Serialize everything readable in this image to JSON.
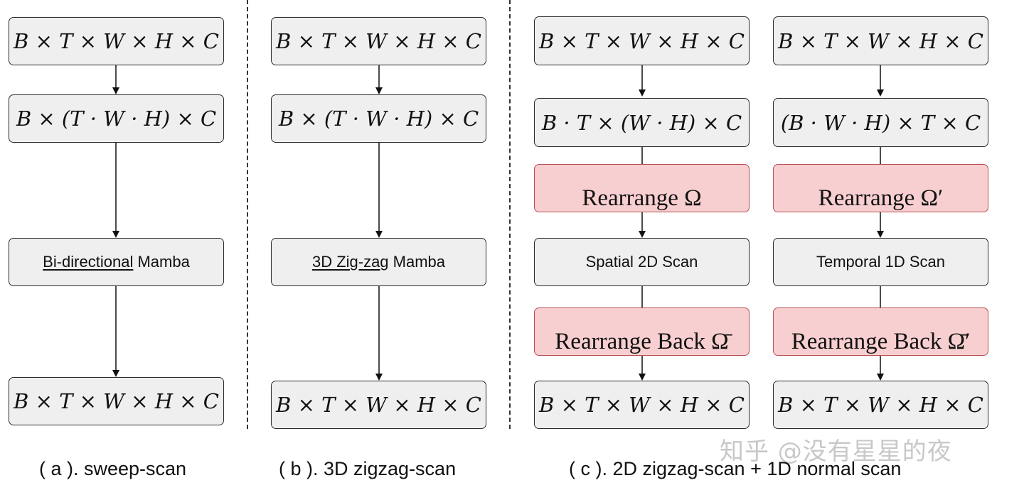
{
  "columns": {
    "a": {
      "box1": "B × T × W × H × C",
      "box2": "B × (T · W · H) × C",
      "mamba_underlined": "Bi-directional",
      "mamba_rest": " Mamba",
      "box4": "B × T × W × H × C",
      "caption": "( a ). sweep-scan"
    },
    "b": {
      "box1": "B × T × W × H × C",
      "box2": "B × (T · W · H) × C",
      "mamba_underlined": "3D Zig-zag",
      "mamba_rest": " Mamba",
      "box4": "B × T × W × H × C",
      "caption": "( b ). 3D zigzag-scan"
    },
    "c_left": {
      "box1": "B × T × W × H × C",
      "box2": "B · T × (W · H) × C",
      "rearrange": "Rearrange Ω",
      "scan": "Spatial 2D Scan",
      "rearrange_back": "Rearrange Back Ω̄",
      "box_out": "B × T × W × H × C"
    },
    "c_right": {
      "box1": "B × T × W × H × C",
      "box2": "(B · W · H) × T × C",
      "rearrange": "Rearrange Ω′",
      "scan": "Temporal 1D Scan",
      "rearrange_back": "Rearrange Back Ω̄′",
      "box_out": "B × T × W × H × C"
    },
    "c_caption": "( c ). 2D zigzag-scan + 1D normal scan"
  },
  "watermark": "知乎 @没有星星的夜"
}
